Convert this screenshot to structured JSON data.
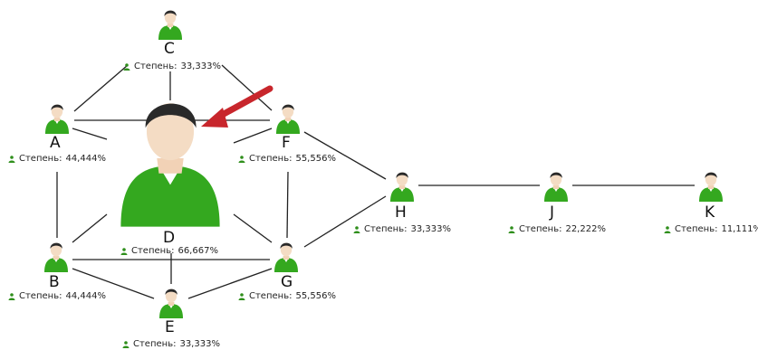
{
  "degree_label": "Степень:",
  "accent": {
    "person_green": "#34a81f",
    "edge": "#222222",
    "arrow": "#c8262c"
  },
  "nodes": [
    {
      "id": "A",
      "label": "A",
      "degree": "44,444%",
      "icon": "person-icon"
    },
    {
      "id": "B",
      "label": "B",
      "degree": "44,444%",
      "icon": "person-icon"
    },
    {
      "id": "C",
      "label": "C",
      "degree": "33,333%",
      "icon": "person-icon"
    },
    {
      "id": "D",
      "label": "D",
      "degree": "66,667%",
      "icon": "person-icon",
      "highlighted": true
    },
    {
      "id": "E",
      "label": "E",
      "degree": "33,333%",
      "icon": "person-icon"
    },
    {
      "id": "F",
      "label": "F",
      "degree": "55,556%",
      "icon": "person-icon"
    },
    {
      "id": "G",
      "label": "G",
      "degree": "55,556%",
      "icon": "person-icon"
    },
    {
      "id": "H",
      "label": "H",
      "degree": "33,333%",
      "icon": "person-icon"
    },
    {
      "id": "J",
      "label": "J",
      "degree": "22,222%",
      "icon": "person-icon"
    },
    {
      "id": "K",
      "label": "K",
      "degree": "11,111%",
      "icon": "person-icon"
    }
  ],
  "edges": [
    [
      "A",
      "C"
    ],
    [
      "C",
      "F"
    ],
    [
      "C",
      "D"
    ],
    [
      "A",
      "F"
    ],
    [
      "A",
      "D"
    ],
    [
      "F",
      "D"
    ],
    [
      "A",
      "B"
    ],
    [
      "F",
      "G"
    ],
    [
      "D",
      "B"
    ],
    [
      "D",
      "G"
    ],
    [
      "B",
      "G"
    ],
    [
      "B",
      "E"
    ],
    [
      "E",
      "G"
    ],
    [
      "E",
      "D"
    ],
    [
      "F",
      "H"
    ],
    [
      "G",
      "H"
    ],
    [
      "H",
      "J"
    ],
    [
      "J",
      "K"
    ]
  ]
}
